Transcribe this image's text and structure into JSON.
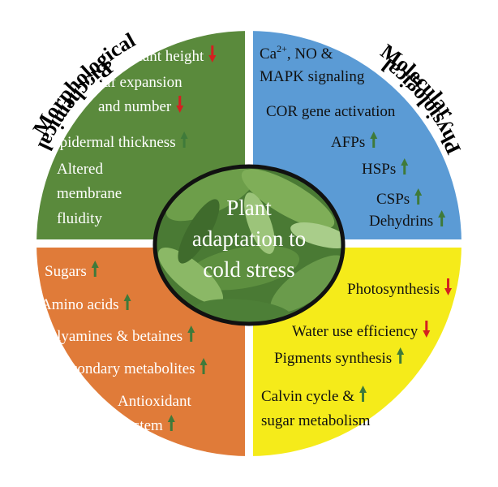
{
  "center": {
    "lines": [
      "Plant",
      "adaptation to",
      "cold stress"
    ]
  },
  "ring_labels": {
    "top_left": "Morphological",
    "top_right": "Molecular",
    "bottom_left": "Biochemical",
    "bottom_right": "Physiological"
  },
  "quadrants": {
    "morphological": [
      {
        "text": "Plant height",
        "arrow": "down"
      },
      {
        "text": "Leaf expansion",
        "arrow": ""
      },
      {
        "text": "and  number",
        "arrow": "down"
      },
      {
        "text": "Epidermal thickness",
        "arrow": "up"
      },
      {
        "text": "Altered",
        "arrow": ""
      },
      {
        "text": "membrane",
        "arrow": ""
      },
      {
        "text": "fluidity",
        "arrow": ""
      }
    ],
    "molecular": [
      {
        "text": "Ca2+, NO &",
        "arrow": ""
      },
      {
        "text": "MAPK signaling",
        "arrow": ""
      },
      {
        "text": "COR gene activation",
        "arrow": ""
      },
      {
        "text": "AFPs",
        "arrow": "up"
      },
      {
        "text": "HSPs",
        "arrow": "up"
      },
      {
        "text": "CSPs",
        "arrow": "up"
      },
      {
        "text": "Dehydrins",
        "arrow": "up"
      }
    ],
    "biochemical": [
      {
        "text": "Sugars",
        "arrow": "up"
      },
      {
        "text": "Amino acids",
        "arrow": "up"
      },
      {
        "text": "Polyamines &  betaines",
        "arrow": "up"
      },
      {
        "text": "Secondary metabolites",
        "arrow": "up"
      },
      {
        "text": "Antioxidant",
        "arrow": ""
      },
      {
        "text": "system",
        "arrow": "up"
      }
    ],
    "physiological": [
      {
        "text": "Photosynthesis",
        "arrow": "down"
      },
      {
        "text": "Water use efficiency",
        "arrow": "down"
      },
      {
        "text": "Pigments synthesis",
        "arrow": "up"
      },
      {
        "text": "Calvin cycle &",
        "arrow": "up"
      },
      {
        "text": "sugar metabolism",
        "arrow": ""
      }
    ]
  },
  "colors": {
    "green": "#5a8a3c",
    "blue": "#5b9bd5",
    "orange": "#e07b39",
    "yellow": "#f5eb1a",
    "arrow_up": "#3f7a3a",
    "arrow_down": "#d42020"
  }
}
